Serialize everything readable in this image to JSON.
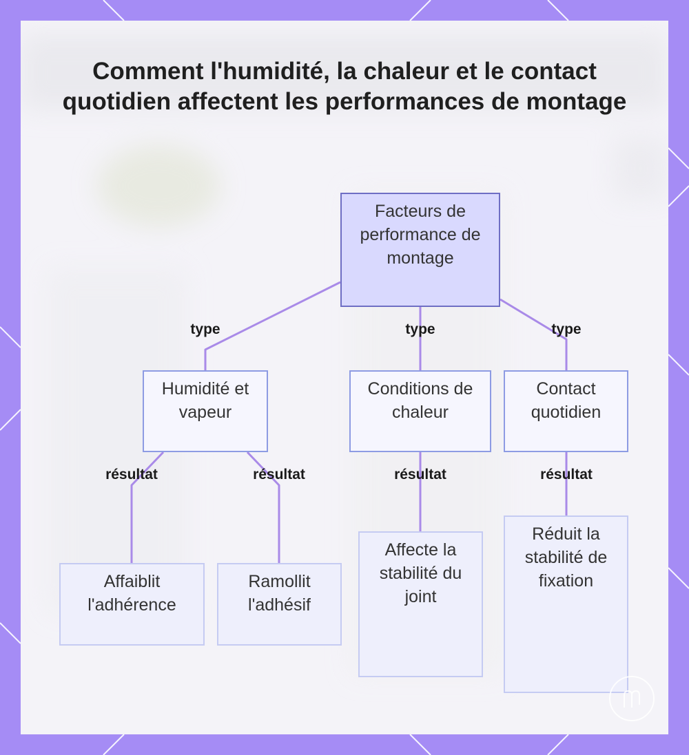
{
  "title": "Comment l'humidité, la chaleur et le contact quotidien affectent les performances de montage",
  "colors": {
    "frame": "#a58cf5",
    "connector": "#a98ae8",
    "root_fill": "#d9d9fe",
    "root_border": "#6e6ec4",
    "node_border": "#8d9be3",
    "leaf_border": "#c5cbf2"
  },
  "nodes": {
    "root": "Facteurs de performance de montage",
    "humidity": "Humidité et vapeur",
    "heat": "Conditions de chaleur",
    "contact": "Contact quotidien",
    "weakens": "Affaiblit l'adhérence",
    "softens": "Ramollit l'adhésif",
    "joint": "Affecte la stabilité du joint",
    "fixation": "Réduit la stabilité de fixation"
  },
  "edges": {
    "type_label": "type",
    "result_label": "résultat"
  }
}
